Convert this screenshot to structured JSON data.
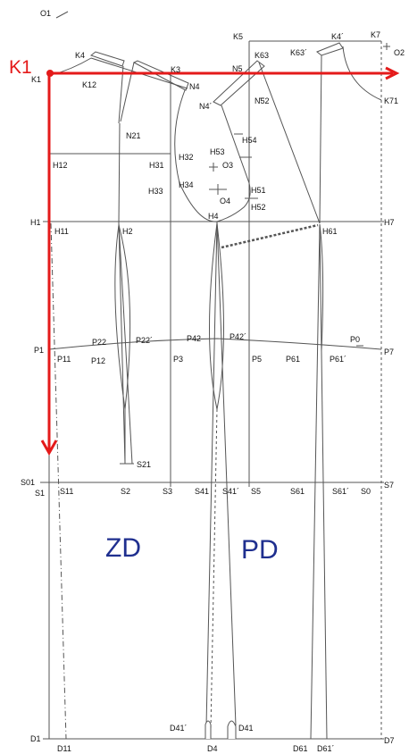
{
  "headings": {
    "k1_marker": "K1",
    "back_piece": "ZD",
    "front_piece": "PD"
  },
  "points": {
    "O1": "O1",
    "K4": "K4",
    "K1": "K1",
    "K12": "K12",
    "K3": "K3",
    "N4": "N4",
    "N21": "N21",
    "H12": "H12",
    "H31": "H31",
    "H32": "H32",
    "H33": "H33",
    "H34": "H34",
    "O4": "O4",
    "O3": "O3",
    "H53": "H53",
    "H54": "H54",
    "H51": "H51",
    "H52": "H52",
    "H4": "H4",
    "K5": "K5",
    "N5": "N5",
    "K63": "K63",
    "N4p": "N4´",
    "N52": "N52",
    "K63p": "K63´",
    "K4p": "K4´",
    "K7": "K7",
    "O2": "O2",
    "K71": "K71",
    "H1": "H1",
    "H11": "H11",
    "H2": "H2",
    "H61": "H61",
    "H7": "H7",
    "P1": "P1",
    "P11": "P11",
    "P22": "P22",
    "P12": "P12",
    "P22p": "P22´",
    "P42": "P42",
    "P42p": "P42´",
    "P3": "P3",
    "P5": "P5",
    "P61": "P61",
    "P61p": "P61´",
    "P0": "P0",
    "P7": "P7",
    "S21": "S21",
    "S01": "S01",
    "S1": "S1",
    "S11": "S11",
    "S2": "S2",
    "S3": "S3",
    "S41": "S41",
    "S41p": "S41´",
    "S5": "S5",
    "S61": "S61",
    "S61p": "S61´",
    "S0": "S0",
    "S7": "S7",
    "D1": "D1",
    "D11": "D11",
    "D41p": "D41´",
    "D41": "D41",
    "D4": "D4",
    "D61": "D61",
    "D61p": "D61´",
    "D7": "D7"
  },
  "colors": {
    "axis_arrows": "#e41a1a",
    "piece_labels": "#1f2f8f",
    "lines": "#555555"
  }
}
